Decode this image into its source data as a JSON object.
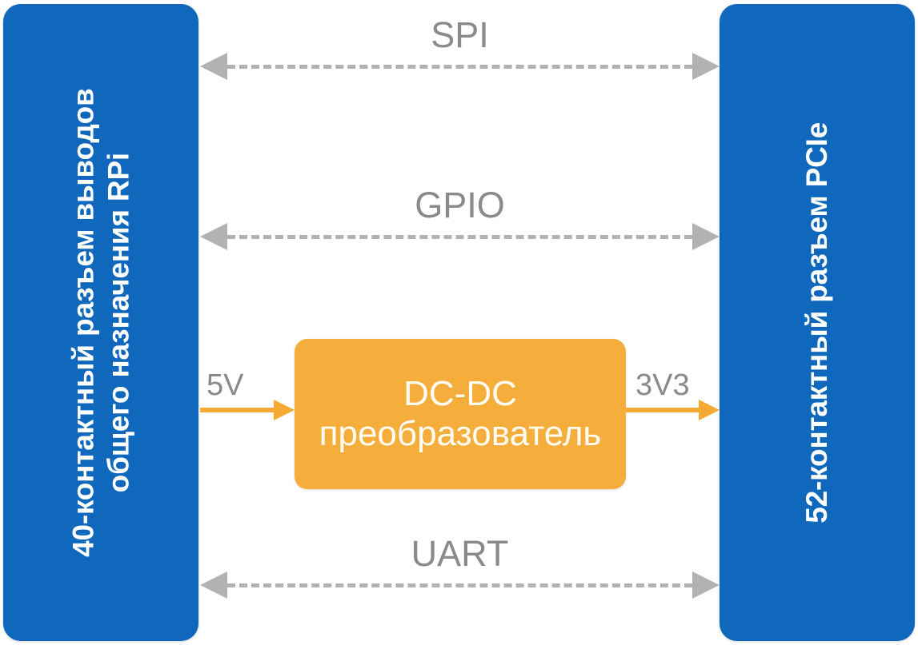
{
  "diagram": {
    "title": "RPi to PCIe adapter block diagram",
    "background": "#ffffff",
    "colors": {
      "connector_blue": "#1068bd",
      "converter_orange": "#f5ae3c",
      "bus_gray": "#b2b2b2",
      "label_gray": "#8a8a8a",
      "power_arrow_orange": "#f5ab33",
      "text_white": "#ffffff"
    }
  },
  "left_connector": {
    "name": "40-pin RPi GPIO header",
    "line1": "40-контактный разъем выводов",
    "line2": "общего назначения RPi"
  },
  "right_connector": {
    "name": "52-pin PCIe connector",
    "line1": "52-контактный разъем PCIe"
  },
  "converter": {
    "line1": "DC-DC",
    "line2": "преобразователь"
  },
  "buses": [
    {
      "label": "SPI",
      "direction": "bidirectional",
      "style": "dashed"
    },
    {
      "label": "GPIO",
      "direction": "bidirectional",
      "style": "dashed"
    },
    {
      "label": "UART",
      "direction": "bidirectional",
      "style": "dashed"
    }
  ],
  "power": {
    "input": {
      "label": "5V",
      "direction": "right",
      "style": "solid"
    },
    "output": {
      "label": "3V3",
      "direction": "right",
      "style": "solid"
    }
  }
}
